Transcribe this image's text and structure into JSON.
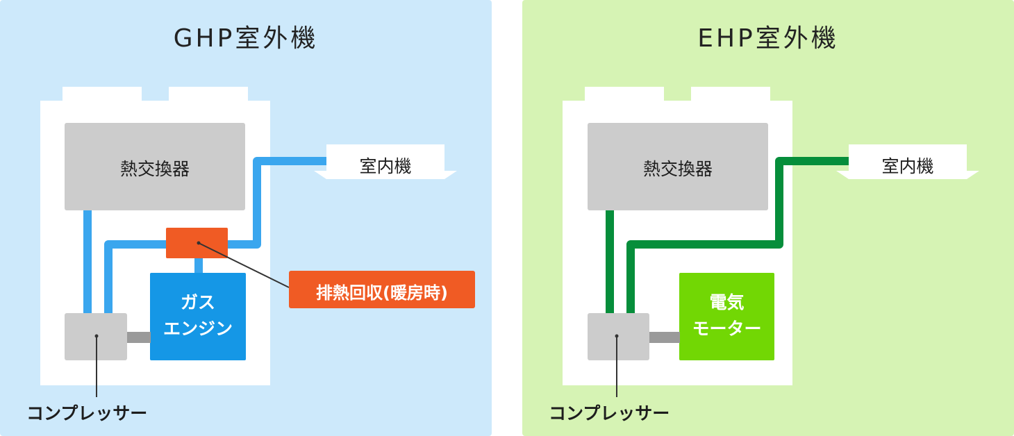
{
  "colors": {
    "ghp_bg": "#cde9fb",
    "ehp_bg": "#d6f3b4",
    "ghp_pipe": "#3aa6ee",
    "ehp_pipe": "#068e3b",
    "heat_exchanger": "#cccccc",
    "compressor": "#cccccc",
    "shaft": "#9a9a9a",
    "gas_engine": "#1597e6",
    "electric_motor": "#72d704",
    "exhaust_heat": "#f05b24",
    "unit_body": "#ffffff"
  },
  "ghp": {
    "title": "GHP室外機",
    "heat_exchanger_label": "熱交換器",
    "indoor_unit_label": "室内機",
    "engine_label_line1": "ガス",
    "engine_label_line2": "エンジン",
    "exhaust_heat_label": "排熱回収(暖房時)",
    "compressor_label": "コンプレッサー"
  },
  "ehp": {
    "title": "EHP室外機",
    "heat_exchanger_label": "熱交換器",
    "indoor_unit_label": "室内機",
    "motor_label_line1": "電気",
    "motor_label_line2": "モーター",
    "compressor_label": "コンプレッサー"
  }
}
